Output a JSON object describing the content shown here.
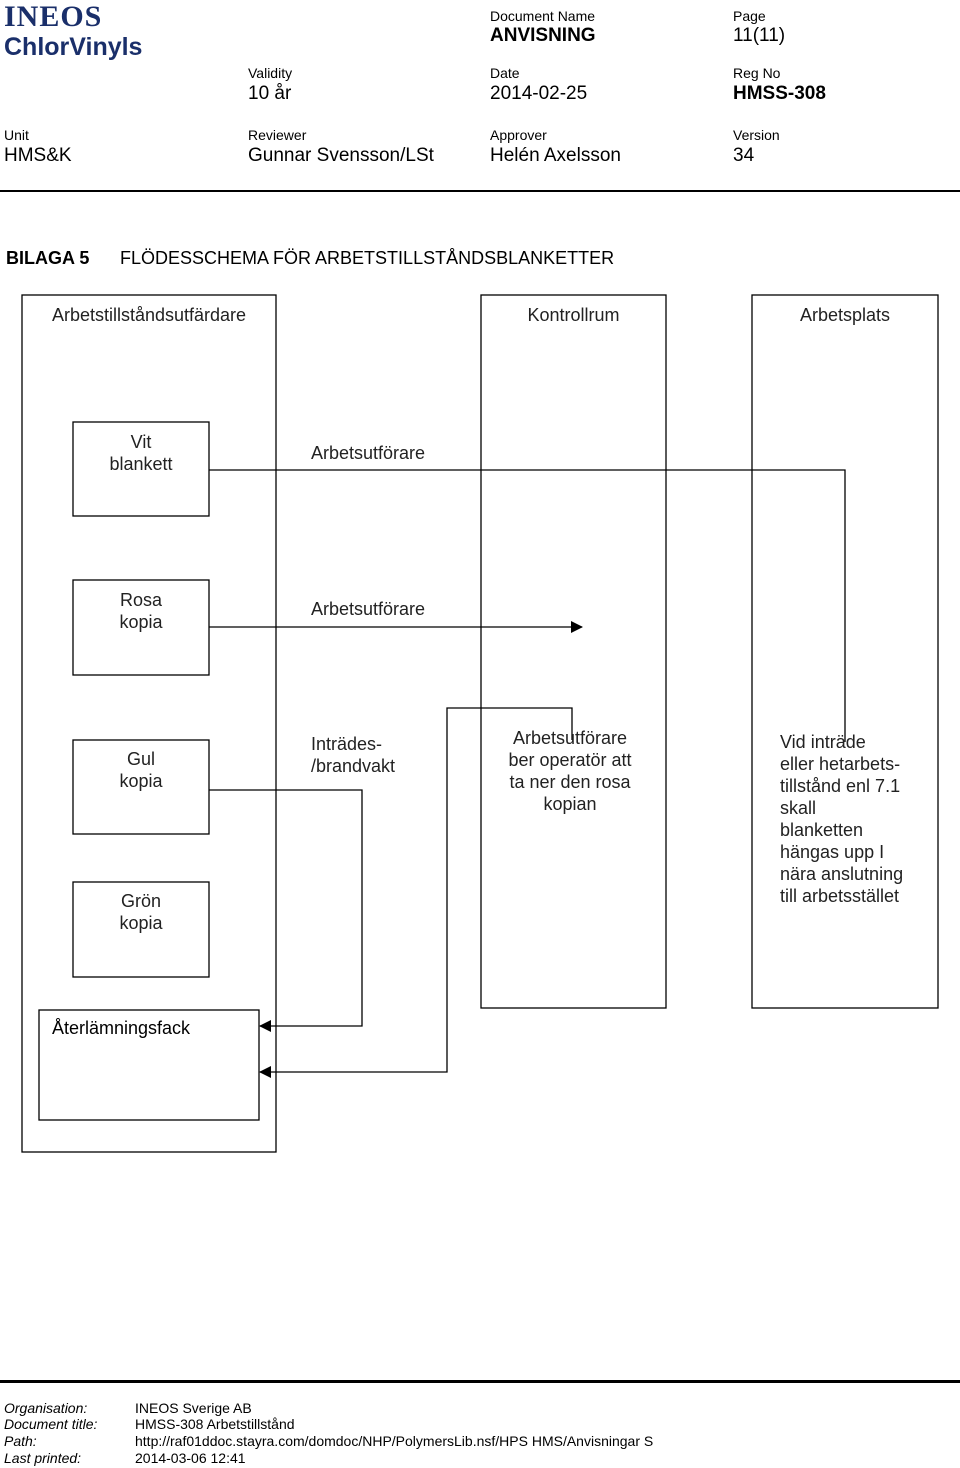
{
  "header": {
    "logo": {
      "line1": "INEOS",
      "line2": "ChlorVinyls"
    },
    "document_name": {
      "label": "Document Name",
      "value": "ANVISNING"
    },
    "page": {
      "label": "Page",
      "value": "11(11)"
    },
    "validity": {
      "label": "Validity",
      "value": "10 år"
    },
    "date": {
      "label": "Date",
      "value": "2014-02-25"
    },
    "reg_no": {
      "label": "Reg No",
      "value": "HMSS-308"
    },
    "unit": {
      "label": "Unit",
      "value": "HMS&K"
    },
    "reviewer": {
      "label": "Reviewer",
      "value": "Gunnar Svensson/LSt"
    },
    "approver": {
      "label": "Approver",
      "value": "Helén Axelsson"
    },
    "version": {
      "label": "Version",
      "value": "34"
    }
  },
  "section": {
    "number": "BILAGA 5",
    "title": "FLÖDESSCHEMA FÖR ARBETSTILLSTÅNDSBLANKETTER"
  },
  "flowchart": {
    "columns": {
      "issuer": "Arbetstillståndsutfärdare",
      "control_room": "Kontrollrum",
      "workplace": "Arbetsplats"
    },
    "boxes": {
      "white": [
        "Vit",
        "blankett"
      ],
      "pink": [
        "Rosa",
        "kopia"
      ],
      "yellow": [
        "Gul",
        "kopia"
      ],
      "green": [
        "Grön",
        "kopia"
      ],
      "return": "Återlämningsfack"
    },
    "arrows": {
      "white_label": "Arbetsutförare",
      "pink_label": "Arbetsutförare",
      "yellow_label": [
        "Inträdes-",
        "/brandvakt"
      ]
    },
    "notes": {
      "control_room": [
        "Arbetsutförare",
        "ber operatör att",
        "ta ner den rosa",
        "kopian"
      ],
      "workplace": [
        "Vid inträde",
        "eller hetarbets-",
        "tillstånd enl 7.1",
        "skall",
        "blanketten",
        "hängas upp I",
        "nära anslutning",
        "till arbetsstället"
      ]
    }
  },
  "footer": {
    "organisation": {
      "label": "Organisation:",
      "value": "INEOS Sverige AB"
    },
    "document_title": {
      "label": "Document title:",
      "value": "HMSS-308 Arbetstillstånd"
    },
    "path": {
      "label": "Path:",
      "value": "http://raf01ddoc.stayra.com/domdoc/NHP/PolymersLib.nsf/HPS HMS/Anvisningar S"
    },
    "last_printed": {
      "label": "Last printed:",
      "value": "2014-03-06 12:41"
    }
  }
}
